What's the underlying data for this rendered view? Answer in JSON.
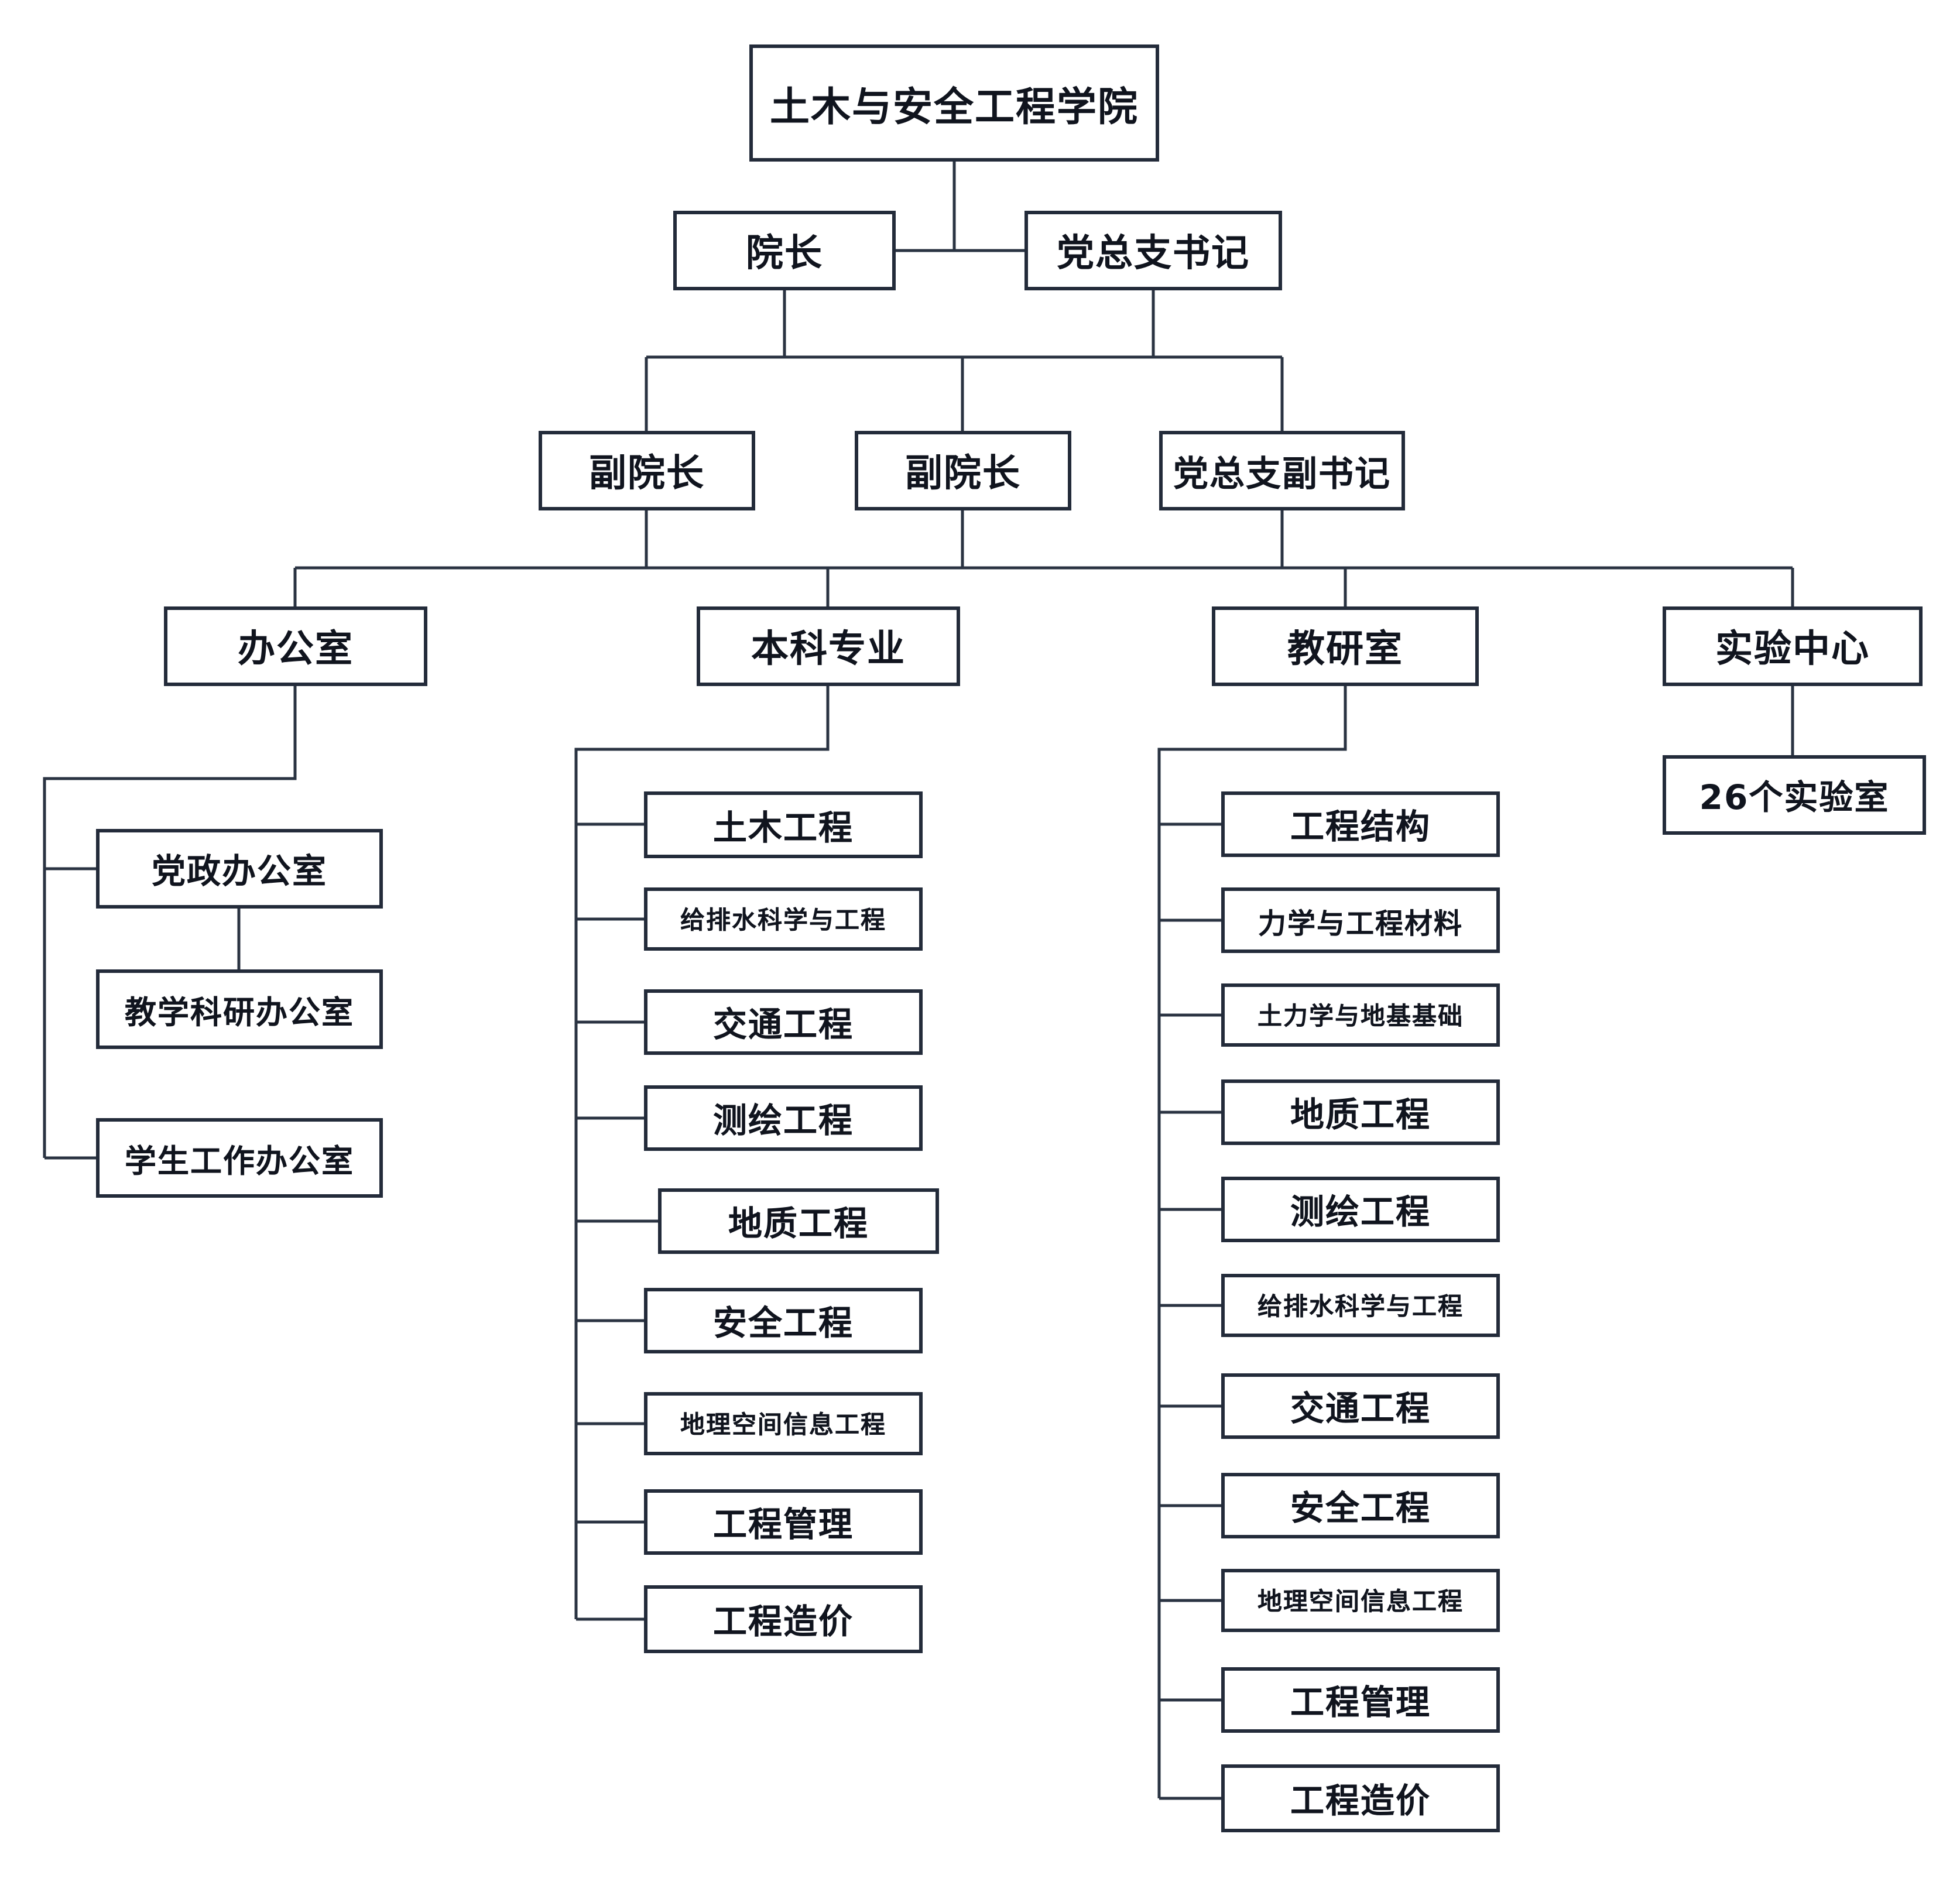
{
  "page": {
    "background": "#ffffff"
  },
  "colors": {
    "box_border": "#232b3a",
    "box_fill": "#ffffff",
    "text": "#10141e",
    "connector": "#2a3342"
  },
  "org_chart": {
    "root": "土木与安全工程学院",
    "leaders": [
      "院长",
      "党总支书记"
    ],
    "deputies": [
      "副院长",
      "副院长",
      "党总支副书记"
    ],
    "branches": {
      "office": {
        "label": "办公室",
        "children": [
          "党政办公室",
          "教学科研办公室",
          "学生工作办公室"
        ]
      },
      "majors": {
        "label": "本科专业",
        "children": [
          "土木工程",
          "给排水科学与工程",
          "交通工程",
          "测绘工程",
          "地质工程",
          "安全工程",
          "地理空间信息工程",
          "工程管理",
          "工程造价"
        ]
      },
      "sections": {
        "label": "教研室",
        "children": [
          "工程结构",
          "力学与工程材料",
          "土力学与地基基础",
          "地质工程",
          "测绘工程",
          "给排水科学与工程",
          "交通工程",
          "安全工程",
          "地理空间信息工程",
          "工程管理",
          "工程造价"
        ]
      },
      "lab": {
        "label": "实验中心",
        "children": [
          "26个实验室"
        ]
      }
    }
  }
}
